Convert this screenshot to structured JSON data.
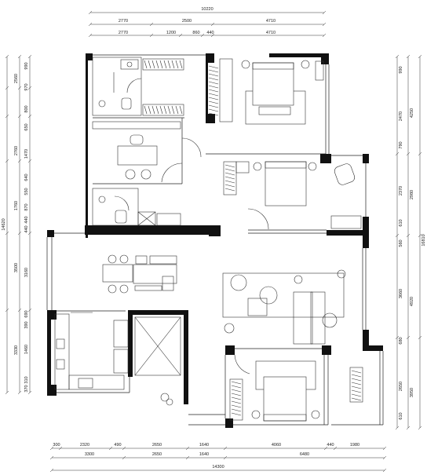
{
  "dimensions": {
    "top": {
      "overall": "10220",
      "row1": [
        "2770",
        "2500",
        "4710"
      ],
      "row2": [
        "2770",
        "1200",
        "860",
        "440",
        "4710"
      ]
    },
    "bottom": {
      "overall": "14300",
      "row1": [
        "300",
        "2320",
        "490",
        "2650",
        "1640",
        "4060",
        "440",
        "1980"
      ],
      "row2": [
        "3300",
        "2650",
        "1640",
        "6480"
      ]
    },
    "left": {
      "overall": "14620",
      "outer": [
        "2560",
        "2760",
        "1760",
        "3500",
        "3330"
      ],
      "inner": [
        "990",
        "970",
        "800",
        "650",
        "1470",
        "640",
        "550",
        "870",
        "440",
        "440",
        "3160",
        "690",
        "390",
        "1460",
        "310",
        "370"
      ]
    },
    "right": {
      "overall": "16810",
      "outer": [
        "4250",
        "2980",
        "4920",
        "3950"
      ],
      "inner": [
        "990",
        "2470",
        "790",
        "2370",
        "610",
        "560",
        "3660",
        "680",
        "2650",
        "610"
      ]
    }
  }
}
